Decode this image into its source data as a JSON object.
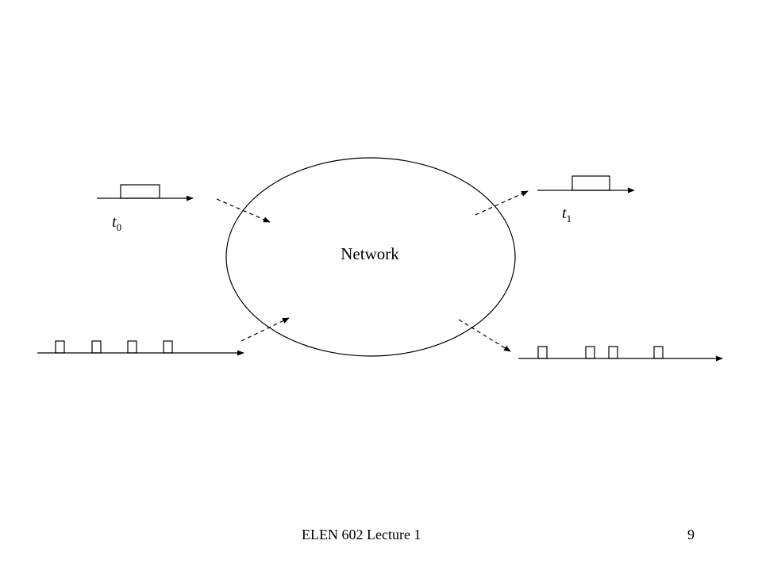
{
  "diagram": {
    "network_label": "Network",
    "t0": {
      "var": "t",
      "sub": "0"
    },
    "t1": {
      "var": "t",
      "sub": "1"
    }
  },
  "footer": {
    "title": "ELEN 602 Lecture 1",
    "page_number": "9"
  }
}
